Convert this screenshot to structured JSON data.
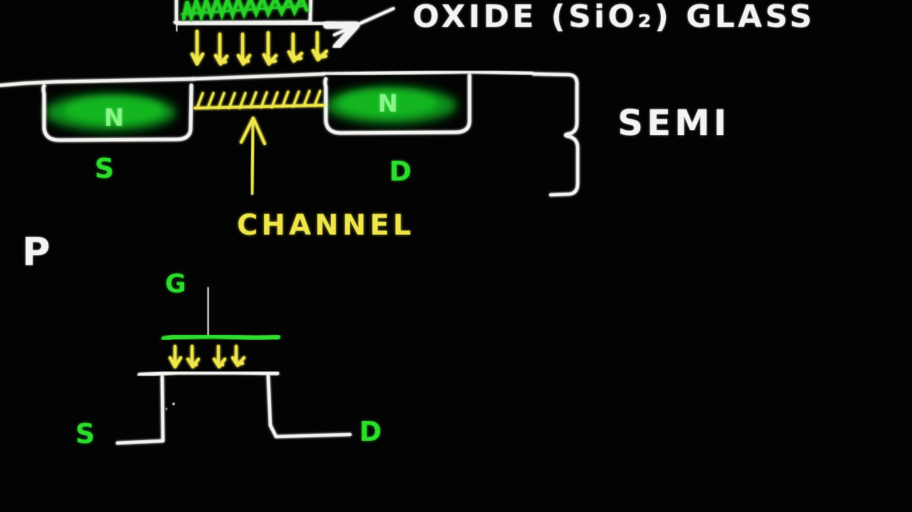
{
  "board": {
    "background_color": "#030303",
    "title": "Hand-drawn MOSFET cross-section and circuit symbol",
    "ink_colors": {
      "white": "#f4f4f2",
      "green": "#2ddd2d",
      "light_green": "#8bf58b",
      "dark_green_fill": "#0c8a18",
      "yellow": "#efe64a"
    }
  },
  "cross_section": {
    "oxide_label": "OXIDE (SiO₂) GLASS",
    "semiconductor_label": "SEMI",
    "channel_label": "CHANNEL",
    "substrate_label": "P",
    "source_region_label": "N",
    "drain_region_label": "N",
    "source_terminal_label": "S",
    "drain_terminal_label": "D",
    "gate_metal_name": "gate-metal-scribble",
    "field_arrow_count": 6,
    "channel_hatch_count": 12
  },
  "circuit_symbol": {
    "gate_label": "G",
    "source_label": "S",
    "drain_label": "D",
    "field_arrow_count": 4
  },
  "icons": {
    "oxide_pointer": "arrow-left-icon",
    "semi_brace": "curly-brace-icon",
    "channel_pointer": "arrow-up-icon",
    "field_arrow": "arrow-down-icon"
  }
}
